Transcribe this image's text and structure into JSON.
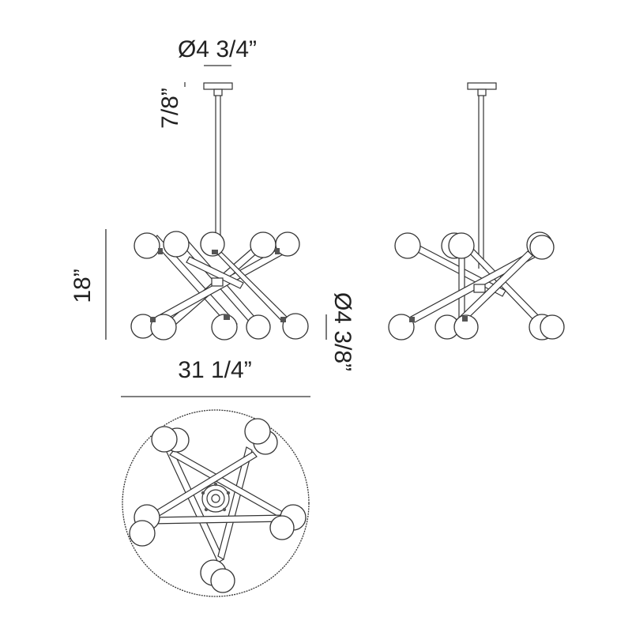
{
  "dimensions": {
    "canopy_diameter": "Ø4 3/4”",
    "canopy_height": "7/8”",
    "fixture_height": "18”",
    "globe_diameter": "Ø4 3/8”",
    "fixture_width": "31 1/4”"
  },
  "colors": {
    "line": "#333333",
    "globe_outline": "#333333",
    "background": "#ffffff"
  },
  "views": [
    "front-elevation",
    "side-elevation",
    "top-plan"
  ]
}
